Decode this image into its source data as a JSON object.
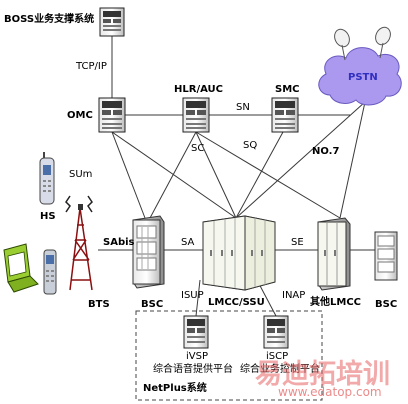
{
  "nodes": {
    "boss": "BOSS业务支撑系统",
    "omc": "OMC",
    "hlr_auc": "HLR/AUC",
    "smc": "SMC",
    "pstn": "PSTN",
    "hs": "HS",
    "bts": "BTS",
    "bsc_left": "BSC",
    "lmcc_ssu": "LMCC/SSU",
    "other_lmcc": "其他LMCC",
    "bsc_right": "BSC",
    "ivsp": "iVSP",
    "ivsp_desc": "综合语音提供平台",
    "iscp": "iSCP",
    "iscp_desc": "综合业务控制平台",
    "netplus": "NetPlus系统"
  },
  "interfaces": {
    "tcpip": "TCP/IP",
    "sn": "SN",
    "sc": "SC",
    "sq": "SQ",
    "no7": "NO.7",
    "sum": "SUm",
    "sabis": "SAbis",
    "sa": "SA",
    "se": "SE",
    "isup": "ISUP",
    "inap": "INAP"
  },
  "watermark": {
    "title": "易迪拓培训",
    "url": "www.edatop.com"
  },
  "colors": {
    "line": "#3a3a3a",
    "pstn_cloud": "#aa99ee",
    "pstn_text": "#3030c0",
    "watermark": "#e66464"
  }
}
